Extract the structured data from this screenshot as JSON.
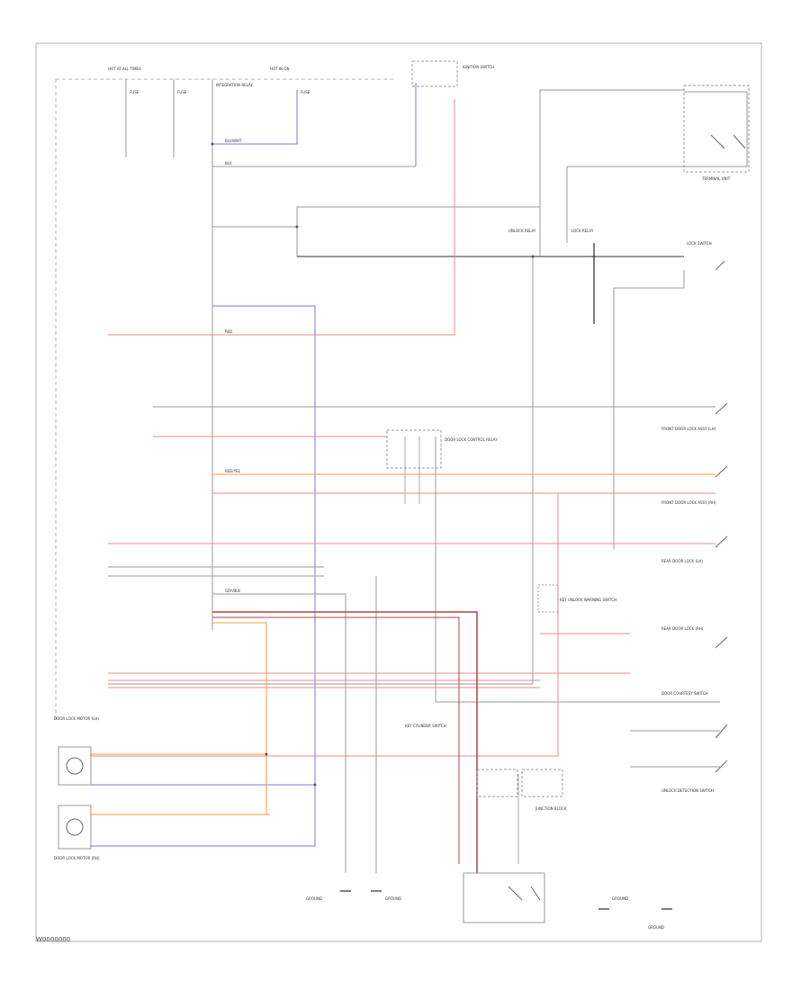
{
  "diagram": {
    "title": "",
    "figure_code": "W0000000",
    "wire_colors": {
      "black": "#9a9a9a",
      "red": "#ef8a8a",
      "blue": "#7a7adf",
      "orange": "#f0a040",
      "darkred": "#b84040",
      "gray": "#aaaaaa"
    },
    "labels": {
      "hot_at_all_times": "HOT AT ALL TIMES",
      "hot_in_on": "HOT IN ON",
      "fuse_1": "FUSE",
      "fuse_2": "FUSE",
      "fuse_3": "FUSE",
      "integration_relay": "INTEGRATION RELAY",
      "ignition_switch": "IGNITION SWITCH",
      "unlock_relay": "UNLOCK RELAY",
      "lock_relay": "LOCK RELAY",
      "door_lock_control_relay": "DOOR LOCK CONTROL RELAY",
      "junction_block": "JUNCTION BLOCK",
      "key_unlock_warning_switch": "KEY UNLOCK WARNING SWITCH",
      "door_lock_motor_lh": "DOOR LOCK MOTOR (LH)",
      "door_lock_motor_rh": "DOOR LOCK MOTOR (RH)",
      "front_door_lock_assy_lh": "FRONT DOOR LOCK ASSY (LH)",
      "front_door_lock_assy_rh": "FRONT DOOR LOCK ASSY (RH)",
      "rear_door_lock_lh": "REAR DOOR LOCK (LH)",
      "rear_door_lock_rh": "REAR DOOR LOCK (RH)",
      "lock_switch": "LOCK SWITCH",
      "door_courtesy_switch": "DOOR COURTESY SWITCH",
      "unlock_detection_switch": "UNLOCK DETECTION SWITCH",
      "key_cylinder_switch": "KEY CYLINDER SWITCH",
      "ground_1": "GROUND",
      "ground_2": "GROUND",
      "ground_3": "GROUND",
      "ground_4": "GROUND",
      "terminal_unit": "TERMINAL UNIT"
    },
    "wire_tags": {
      "bk": "BLK",
      "r": "RED",
      "bl": "BLU/WHT",
      "or": "RED/YEL",
      "gy": "GRY/BLK"
    }
  }
}
